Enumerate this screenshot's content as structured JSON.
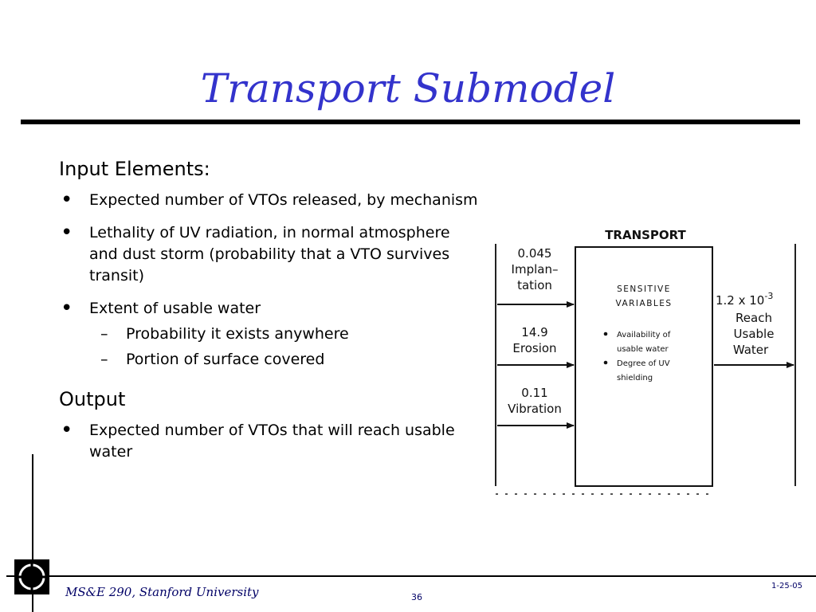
{
  "slide": {
    "title": "Transport Submodel",
    "input_heading": "Input Elements:",
    "input_bullets": [
      "Expected number of VTOs released, by mechanism",
      "Lethality of UV radiation, in normal atmosphere and dust storm (probability that a VTO survives transit)",
      "Extent of usable water"
    ],
    "sub_bullets": [
      "Probability it exists anywhere",
      "Portion of surface covered"
    ],
    "output_heading": "Output",
    "output_bullets": [
      "Expected number of VTOs that will reach usable water"
    ]
  },
  "diagram": {
    "box_title": "TRANSPORT",
    "inputs": [
      {
        "value": "0.045",
        "label_line1": "Implan–",
        "label_line2": "tation"
      },
      {
        "value": "14.9",
        "label_line1": "Erosion",
        "label_line2": ""
      },
      {
        "value": "0.11",
        "label_line1": "Vibration",
        "label_line2": ""
      }
    ],
    "sensitive_line1": "SENSITIVE",
    "sensitive_line2": "VARIABLES",
    "variables": [
      {
        "line1": "Availability  of",
        "line2": "usable  water"
      },
      {
        "line1": "Degree  of  UV",
        "line2": "shielding"
      }
    ],
    "output_value": "1.2 x 10",
    "output_exponent": "-3",
    "output_label_line1": "Reach",
    "output_label_line2": "Usable",
    "output_label_line3": "Water"
  },
  "footer": {
    "course": "MS&E 290, Stanford University",
    "page": "36",
    "date": "1-25-05"
  }
}
